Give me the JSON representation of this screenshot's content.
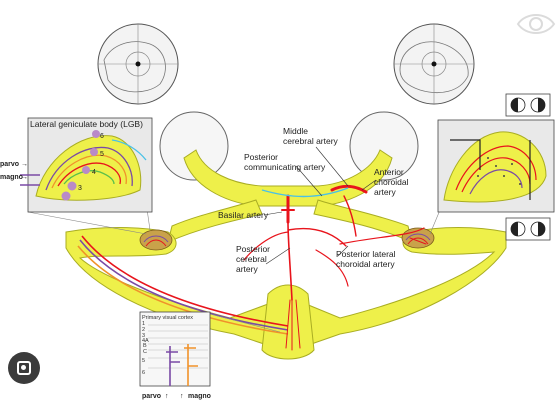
{
  "labels": {
    "lgb_title": "Lateral geniculate body (LGB)",
    "parvo_in": "parvo",
    "magno_in": "magno",
    "layer_6": "6",
    "layer_5": "5",
    "layer_4": "4",
    "layer_3": "3",
    "middle_cerebral_1": "Middle",
    "middle_cerebral_2": "cerebral artery",
    "pcomm_1": "Posterior",
    "pcomm_2": "communicating artery",
    "anterior_choroidal_1": "Anterior",
    "anterior_choroidal_2": "choroidal",
    "anterior_choroidal_3": "artery",
    "basilar": "Basilar artery",
    "pca_1": "Posterior",
    "pca_2": "cerebral",
    "pca_3": "artery",
    "plca_1": "Posterior lateral",
    "plca_2": "choroidal artery",
    "cortex_title": "Primary visual cortex",
    "cortex_layers": [
      "1",
      "2",
      "3",
      "4A",
      "B",
      "C",
      "5",
      "6"
    ],
    "parvo_out": "parvo",
    "magno_out": "magno"
  },
  "colors": {
    "tract_yellow": "#eef04a",
    "tract_outline": "#a9ad22",
    "artery_red": "#e8141c",
    "parvo_purple": "#7a4aa5",
    "magno_orange": "#f0922a",
    "cyan": "#49c1e6",
    "green": "#5bbf4a",
    "box_fill": "#e9e9e9"
  },
  "icons": [
    "eye-watermark-icon",
    "google-lens-icon",
    "hemifield-icon"
  ]
}
